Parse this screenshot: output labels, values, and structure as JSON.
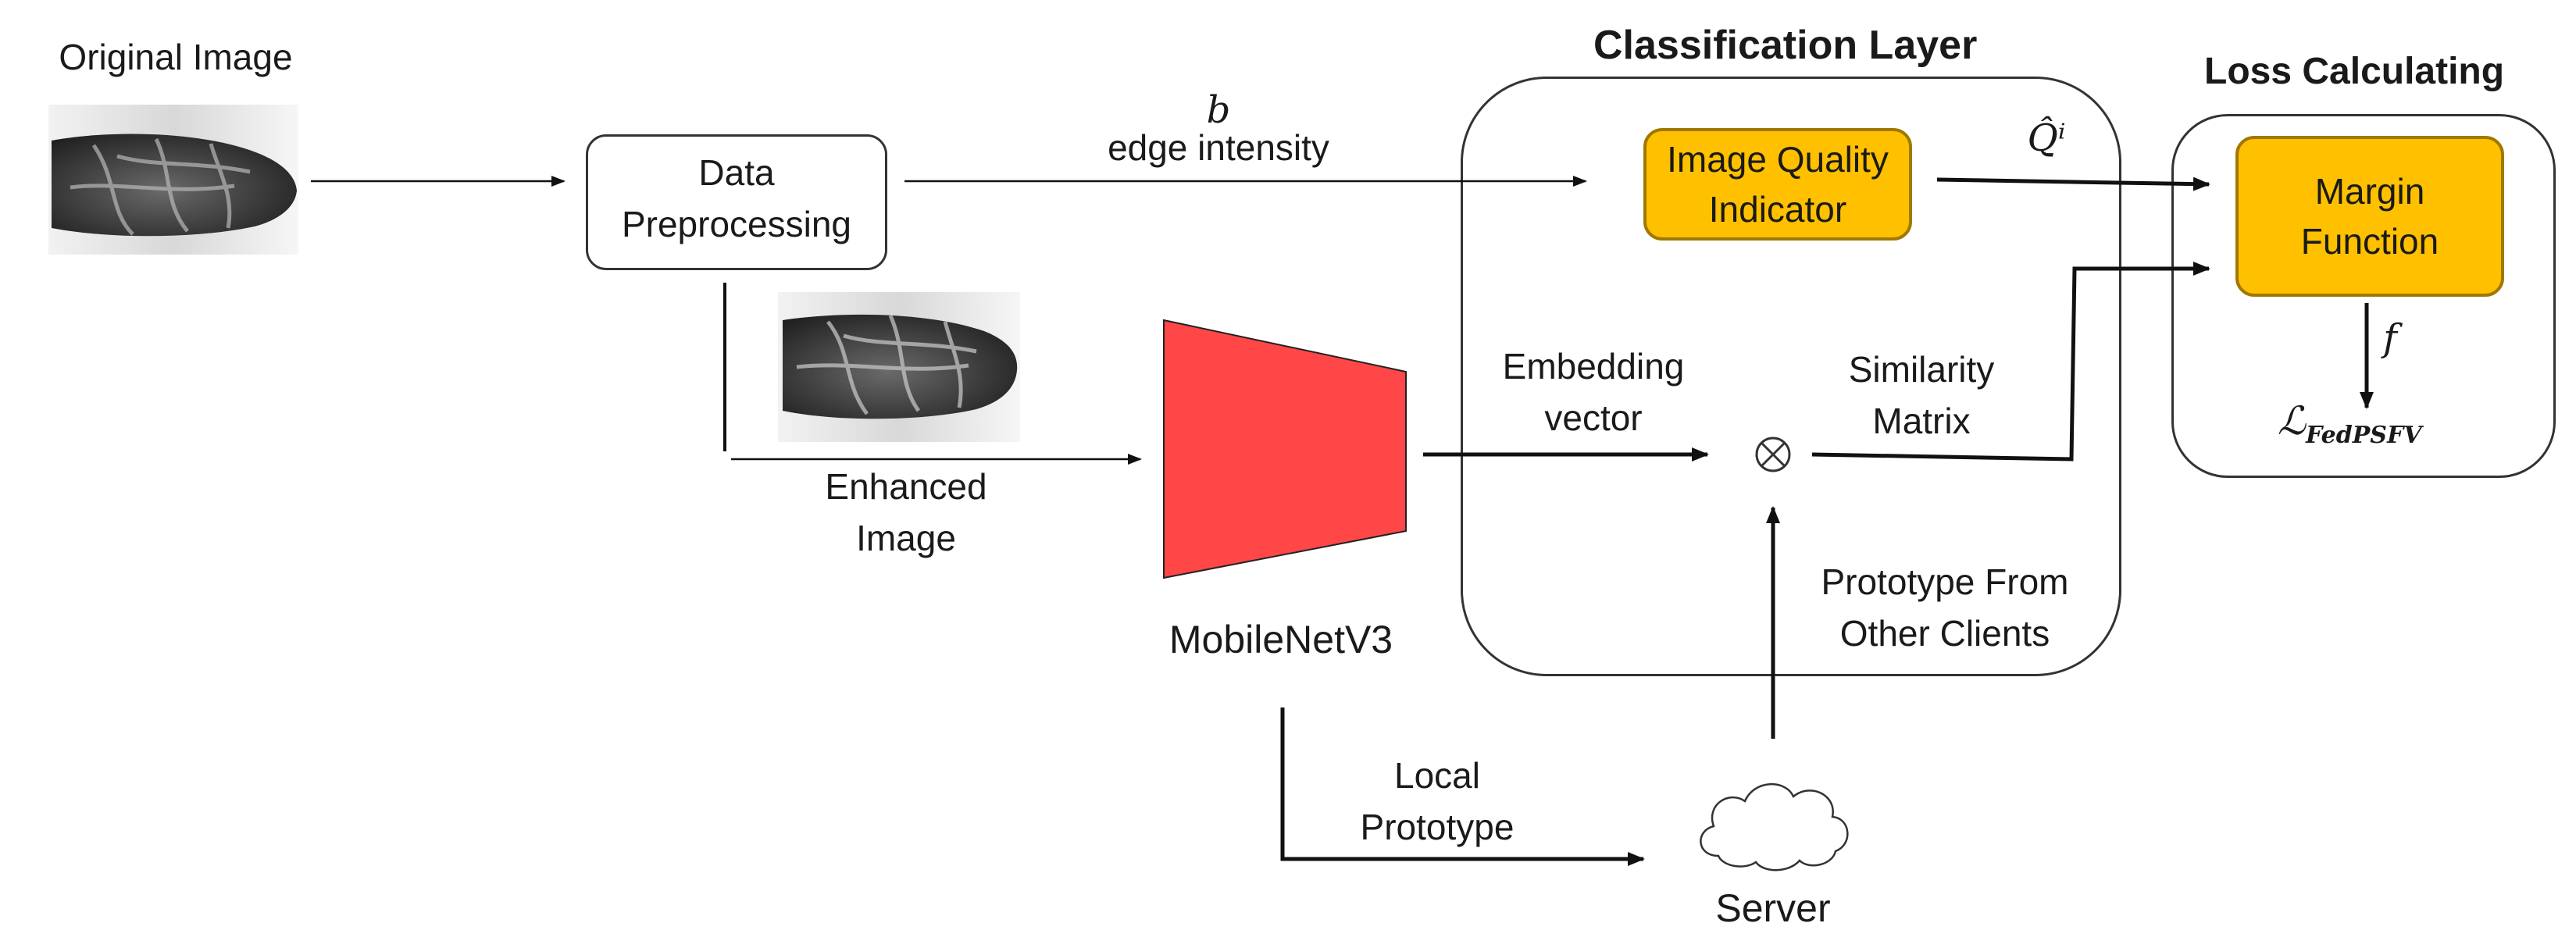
{
  "labels": {
    "original_image": "Original Image",
    "data_preprocessing_line1": "Data",
    "data_preprocessing_line2": "Preprocessing",
    "b_symbol": "b",
    "edge_intensity": "edge intensity",
    "enhanced_image_line1": "Enhanced",
    "enhanced_image_line2": "Image",
    "mobilenet": "MobileNetV3",
    "embedding_line1": "Embedding",
    "embedding_line2": "vector",
    "similarity_line1": "Similarity",
    "similarity_line2": "Matrix",
    "prototype_other_line1": "Prototype From",
    "prototype_other_line2": "Other Clients",
    "local_prototype_line1": "Local",
    "local_prototype_line2": "Prototype",
    "server": "Server",
    "image_quality_line1": "Image Quality",
    "image_quality_line2": "Indicator",
    "margin_function_line1": "Margin",
    "margin_function_line2": "Function",
    "q_hat": "Q̂ⁱ",
    "f_symbol": "f",
    "loss_symbol": "ℒ",
    "loss_subscript": "FedPSFV",
    "otimes": "⊗"
  },
  "titles": {
    "classification_layer": "Classification Layer",
    "loss_calculating": "Loss Calculating"
  },
  "colors": {
    "accent_orange": "#ffc000",
    "mobilenet_red": "#ff4747"
  }
}
